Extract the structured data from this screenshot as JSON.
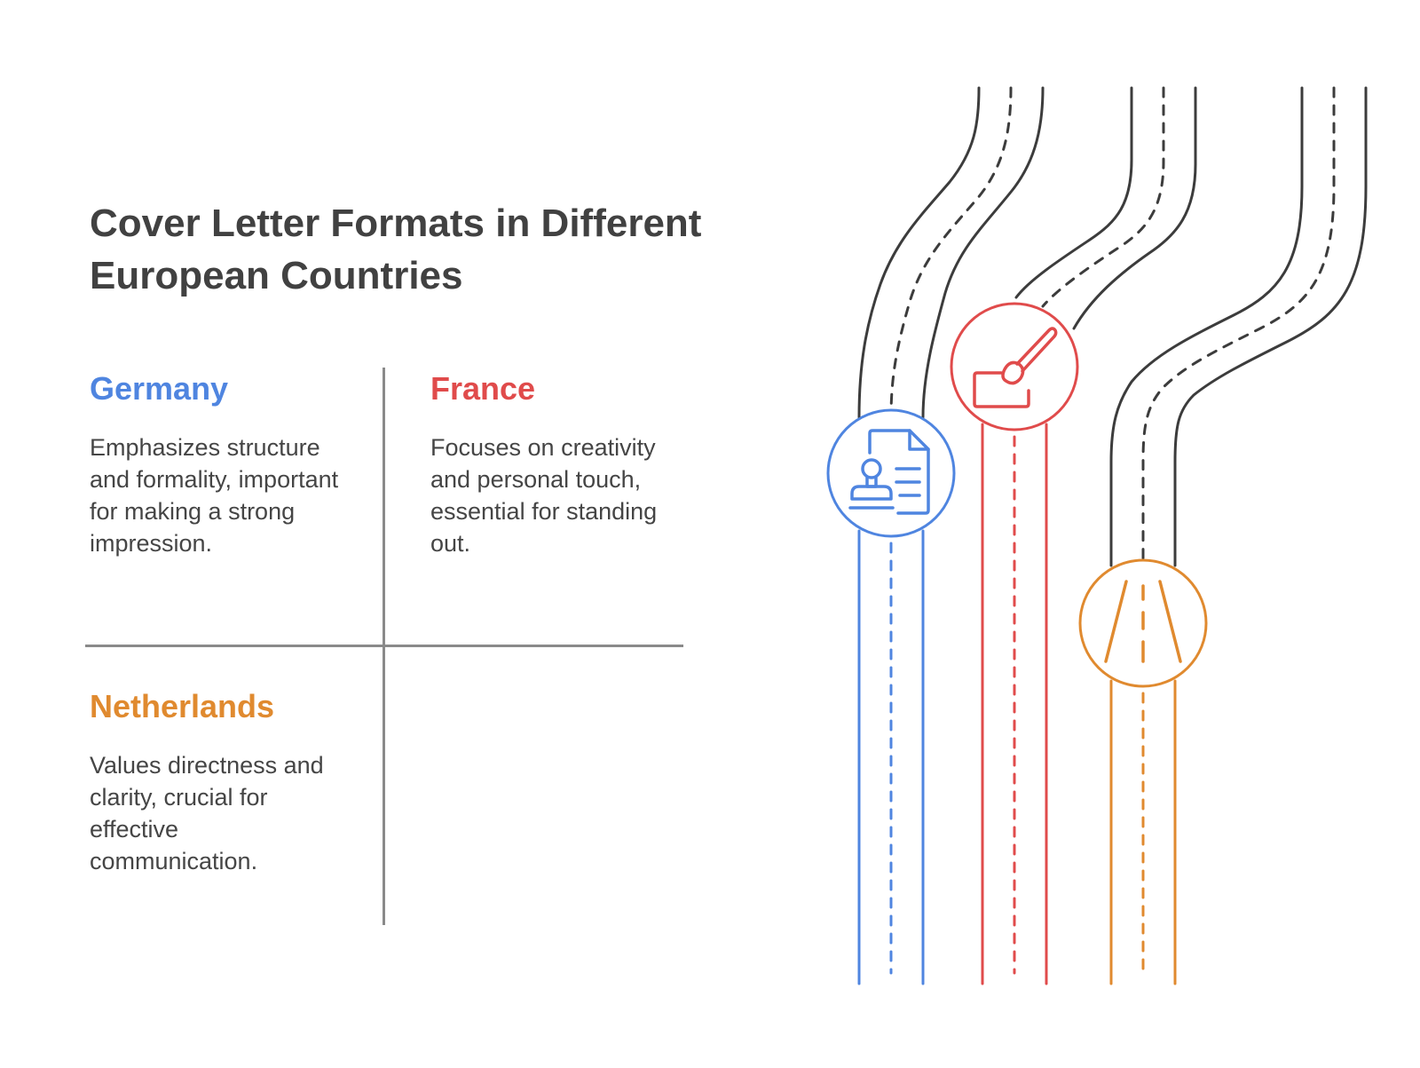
{
  "title": "Cover Letter Formats in Different European Countries",
  "colors": {
    "text": "#414141",
    "germany": "#4f85e0",
    "france": "#e04b4b",
    "netherlands": "#e08a2f",
    "road": "#3c3c3c",
    "divider": "#8a8a8a"
  },
  "quadrants": [
    {
      "country": "Germany",
      "description": "Emphasizes structure and formality, important for making a strong impression.",
      "icon": "document-stamp-icon"
    },
    {
      "country": "France",
      "description": "Focuses on creativity and personal touch, essential for standing out.",
      "icon": "paintbrush-icon"
    },
    {
      "country": "Netherlands",
      "description": "Values directness and clarity, crucial for effective communication.",
      "icon": "road-icon"
    }
  ]
}
